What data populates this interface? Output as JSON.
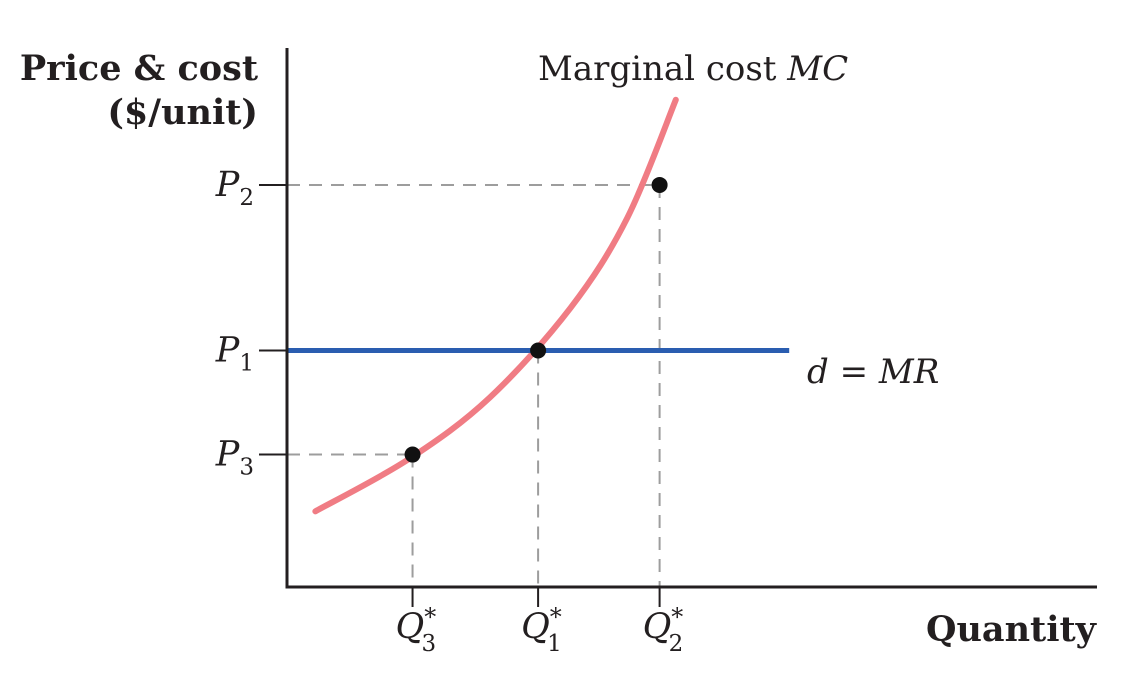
{
  "chart_data": {
    "type": "line",
    "title": "",
    "ylabel_line1": "Price & cost",
    "ylabel_line2": "($/unit)",
    "xlabel": "Quantity",
    "xlim": [
      0,
      10
    ],
    "ylim": [
      0,
      10
    ],
    "grid": false,
    "series": [
      {
        "name": "Marginal cost MC",
        "label_text": "Marginal cost",
        "label_symbol": "MC",
        "color": "#f07c84",
        "points": [
          [
            0.35,
            1.6
          ],
          [
            1.5,
            2.7
          ],
          [
            2.5,
            4.0
          ],
          [
            3.5,
            5.9
          ],
          [
            4.2,
            7.8
          ],
          [
            4.8,
            10.3
          ]
        ]
      },
      {
        "name": "d = MR",
        "label_left": "d",
        "label_eq": " = ",
        "label_right": "MR",
        "color": "#2a5db0",
        "y": 5.0,
        "x_range": [
          0,
          6.2
        ]
      }
    ],
    "y_ticks": [
      {
        "letter": "P",
        "sub": "2",
        "value": 8.5
      },
      {
        "letter": "P",
        "sub": "1",
        "value": 5.0
      },
      {
        "letter": "P",
        "sub": "3",
        "value": 2.8
      }
    ],
    "x_ticks": [
      {
        "letter": "Q",
        "sup": "*",
        "sub": "3",
        "value": 1.55
      },
      {
        "letter": "Q",
        "sup": "*",
        "sub": "1",
        "value": 3.1
      },
      {
        "letter": "Q",
        "sup": "*",
        "sub": "2",
        "value": 4.6
      }
    ],
    "points": [
      {
        "x": 1.55,
        "y": 2.8
      },
      {
        "x": 3.1,
        "y": 5.0
      },
      {
        "x": 4.6,
        "y": 8.5
      }
    ],
    "colors": {
      "axis": "#231f20",
      "dash": "#9d9d9d",
      "dot": "#111111"
    }
  }
}
